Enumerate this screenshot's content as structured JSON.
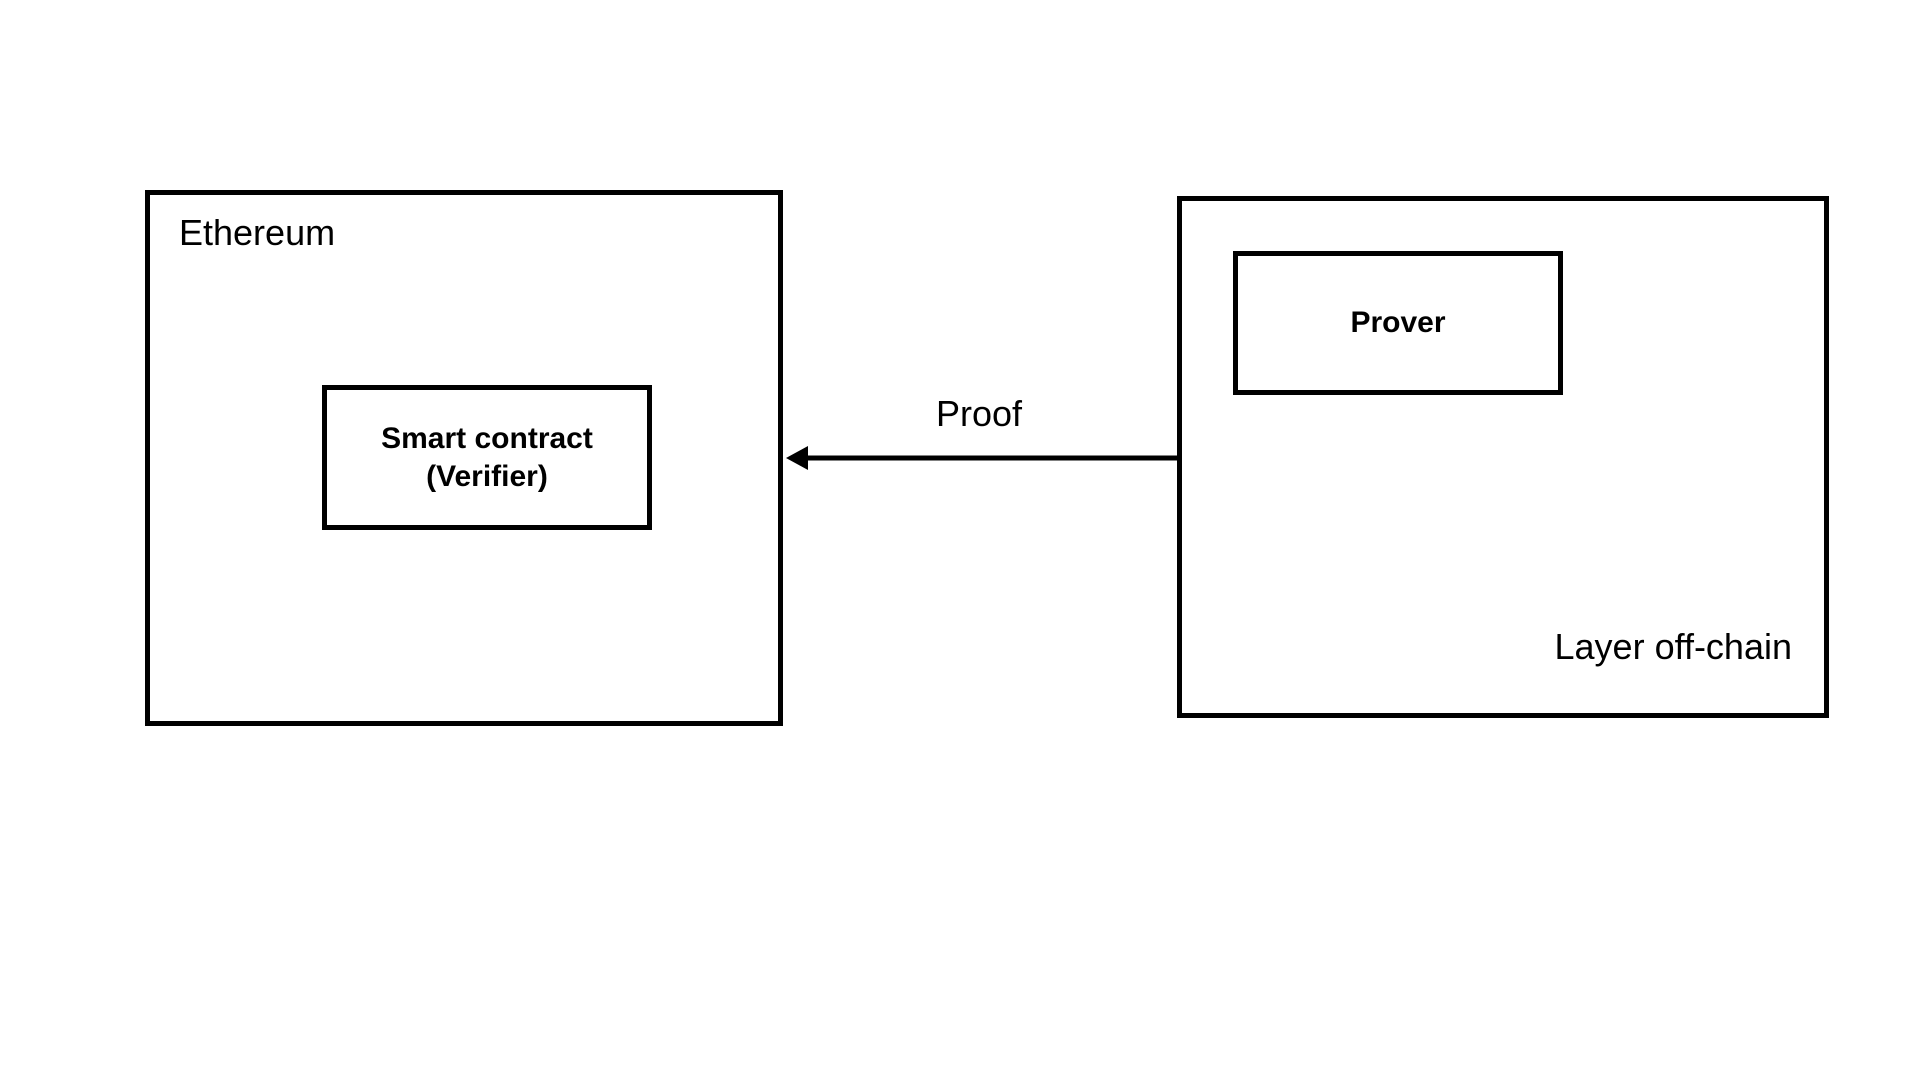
{
  "diagram": {
    "containers": [
      {
        "id": "ethereum",
        "label": "Ethereum"
      },
      {
        "id": "offchain",
        "label": "Layer off-chain"
      }
    ],
    "nodes": [
      {
        "id": "verifier",
        "label_line1": "Smart contract",
        "label_line2": "(Verifier)"
      },
      {
        "id": "prover",
        "label": "Prover"
      }
    ],
    "edges": [
      {
        "from": "offchain",
        "to": "ethereum",
        "label": "Proof"
      }
    ]
  },
  "colors": {
    "stroke": "#000000",
    "background": "#ffffff"
  }
}
